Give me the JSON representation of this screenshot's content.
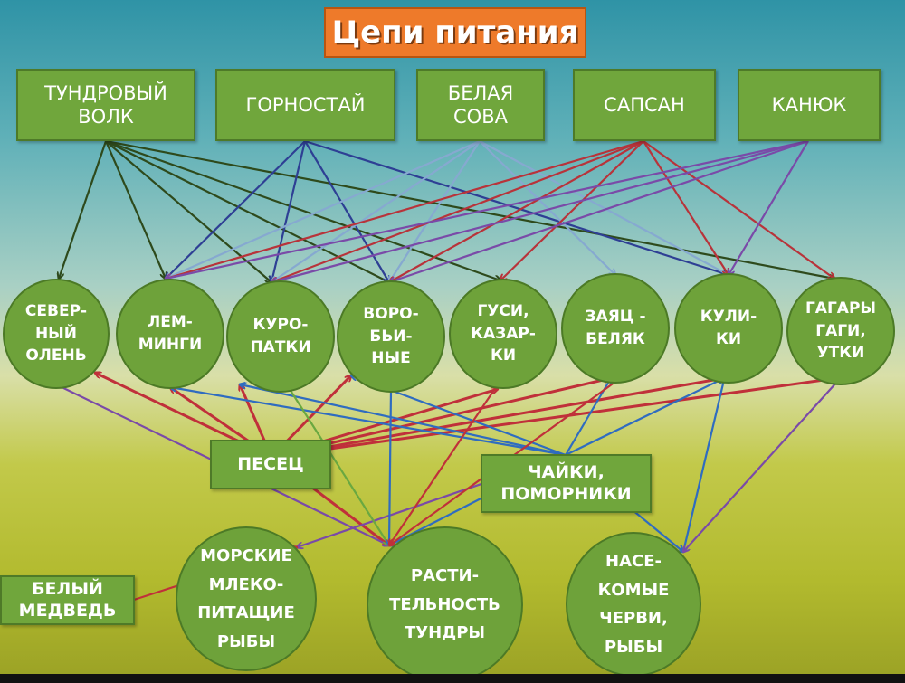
{
  "title": "Цепи питания",
  "predators": [
    {
      "id": "wolf",
      "label": "ТУНДРОВЫЙ\nВОЛК"
    },
    {
      "id": "ermine",
      "label": "ГОРНОСТАЙ"
    },
    {
      "id": "owl",
      "label": "БЕЛАЯ\nСОВА"
    },
    {
      "id": "falcon",
      "label": "САПСАН"
    },
    {
      "id": "buzzard",
      "label": "КАНЮК"
    }
  ],
  "prey": [
    {
      "id": "reindeer",
      "label": "СЕВЕР-\nНЫЙ\nОЛЕНЬ"
    },
    {
      "id": "lemmings",
      "label": "ЛЕМ-\nМИНГИ"
    },
    {
      "id": "ptarmigan",
      "label": "КУРО-\nПАТКИ"
    },
    {
      "id": "passerines",
      "label": "ВОРО-\nБЬИ-\nНЫЕ"
    },
    {
      "id": "geese",
      "label": "ГУСИ,\nКАЗАР-\nКИ"
    },
    {
      "id": "hare",
      "label": "ЗАЯЦ -\nБЕЛЯК"
    },
    {
      "id": "waders",
      "label": "КУЛИ-\nКИ"
    },
    {
      "id": "loons",
      "label": "ГАГАРЫ\nГАГИ,\nУТКИ"
    }
  ],
  "middle": [
    {
      "id": "fox",
      "label": "ПЕСЕЦ"
    },
    {
      "id": "gulls",
      "label": "ЧАЙКИ,\nПОМОРНИКИ"
    }
  ],
  "base": [
    {
      "id": "marine",
      "label": "МОРСКИЕ\nМЛЕКО-\nПИТАЩИЕ\nРЫБЫ"
    },
    {
      "id": "plants",
      "label": "РАСТИ-\nТЕЛЬНОСТЬ\nТУНДРЫ"
    },
    {
      "id": "insects",
      "label": "НАСЕ-\nКОМЫЕ\nЧЕРВИ,\nРЫБЫ"
    }
  ],
  "bear": {
    "id": "bear",
    "label": "БЕЛЫЙ\nМЕДВЕДЬ"
  },
  "colors": {
    "wolf": "#2e4a1c",
    "ermine": "#2e3f94",
    "owl": "#86a9d0",
    "falcon": "#b8333a",
    "buzzard": "#7a4aa8",
    "fox": "#c0303a",
    "gulls": "#2f6cc0",
    "purple": "#7a4aa8",
    "green": "#6aa840"
  },
  "edges": [
    {
      "from": "wolf",
      "to": [
        "reindeer",
        "lemmings",
        "ptarmigan",
        "passerines",
        "geese",
        "loons"
      ],
      "color": "wolf"
    },
    {
      "from": "ermine",
      "to": [
        "lemmings",
        "ptarmigan",
        "passerines",
        "waders"
      ],
      "color": "ermine"
    },
    {
      "from": "owl",
      "to": [
        "lemmings",
        "ptarmigan",
        "passerines",
        "hare",
        "waders"
      ],
      "color": "owl"
    },
    {
      "from": "falcon",
      "to": [
        "lemmings",
        "ptarmigan",
        "passerines",
        "geese",
        "waders",
        "loons"
      ],
      "color": "falcon"
    },
    {
      "from": "buzzard",
      "to": [
        "lemmings",
        "ptarmigan",
        "passerines",
        "waders"
      ],
      "color": "buzzard"
    },
    {
      "from": "fox",
      "to": [
        "reindeer",
        "lemmings",
        "ptarmigan",
        "passerines",
        "geese",
        "hare",
        "waders",
        "loons",
        "plants"
      ],
      "color": "fox"
    },
    {
      "from": "gulls",
      "to": [
        "lemmings",
        "ptarmigan",
        "passerines",
        "hare",
        "waders",
        "insects",
        "plants"
      ],
      "color": "gulls"
    },
    {
      "from": "gulls",
      "to": [
        "marine"
      ],
      "color": "purple"
    },
    {
      "from": "reindeer",
      "to": [
        "plants"
      ],
      "color": "purple"
    },
    {
      "from": "ptarmigan",
      "to": [
        "plants"
      ],
      "color": "green"
    },
    {
      "from": "passerines",
      "to": [
        "plants"
      ],
      "color": "gulls"
    },
    {
      "from": "geese",
      "to": [
        "plants"
      ],
      "color": "fox"
    },
    {
      "from": "hare",
      "to": [
        "plants"
      ],
      "color": "fox"
    },
    {
      "from": "waders",
      "to": [
        "insects"
      ],
      "color": "gulls"
    },
    {
      "from": "loons",
      "to": [
        "insects"
      ],
      "color": "purple"
    },
    {
      "from": "bear",
      "to": [
        "marine"
      ],
      "color": "fox"
    }
  ]
}
